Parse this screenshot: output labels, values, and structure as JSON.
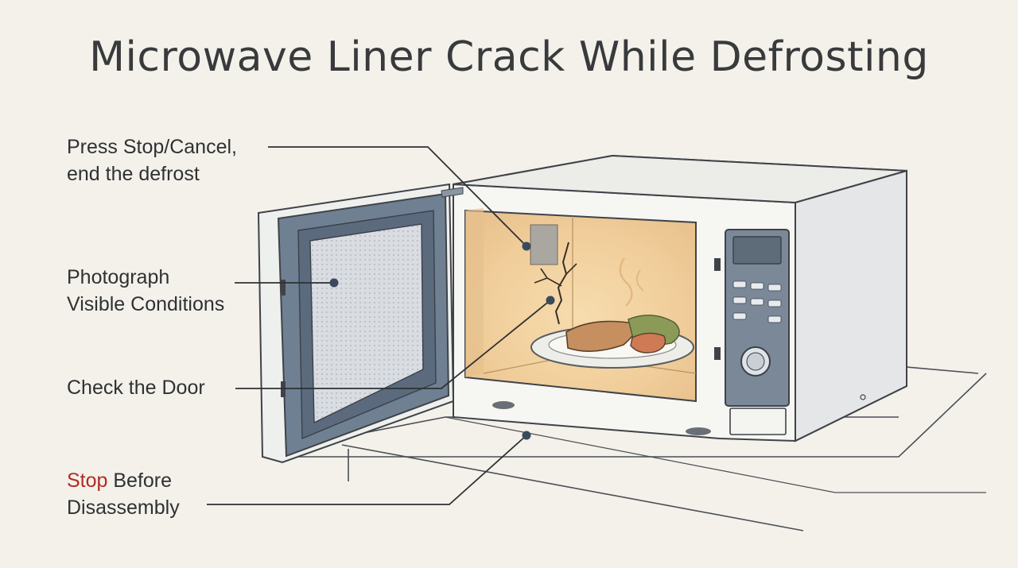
{
  "title": "Microwave Liner Crack While Defrosting",
  "callouts": [
    {
      "line1": "Press Stop/Cancel,",
      "line2": "end the defrost"
    },
    {
      "line1": "Photograph",
      "line2": "Visible Conditions"
    },
    {
      "line1": "Check the Door"
    },
    {
      "highlight": "Stop",
      "line1_rest": " Before",
      "line2": "Disassembly"
    }
  ],
  "colors": {
    "background": "#f3f1ea",
    "text": "#2f3133",
    "highlight": "#b22b25",
    "door_panel": "#6f8092",
    "cavity_glow": "#f3d2a2"
  }
}
